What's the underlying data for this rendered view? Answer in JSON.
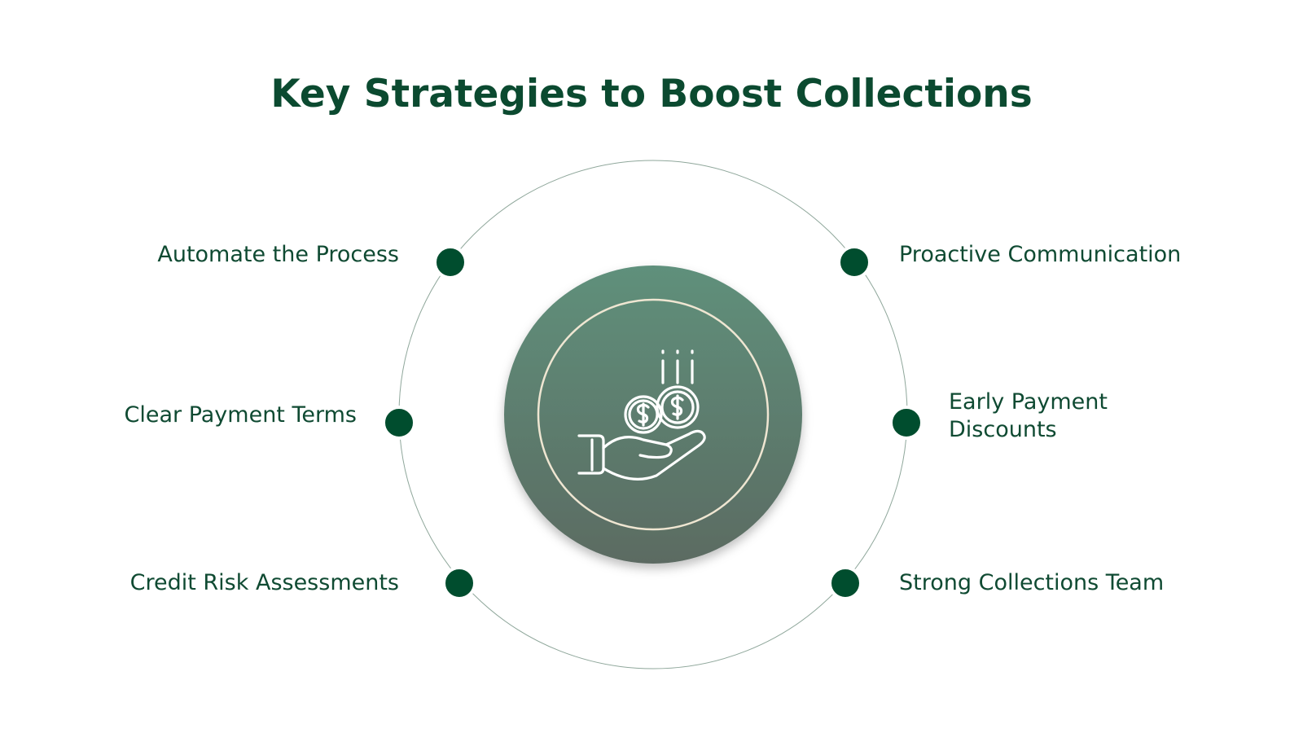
{
  "title": "Key Strategies to Boost Collections",
  "colors": {
    "title": "#0b4a30",
    "node": "#004d2e",
    "ring": "#8fa79b",
    "center_top": "#5f907b",
    "center_bottom": "#5b6b62",
    "inner_ring": "#efe6d2",
    "icon": "#ffffff"
  },
  "center_icon": "hand-holding-coins-icon",
  "strategies": [
    {
      "label": "Automate the Process",
      "side": "left"
    },
    {
      "label": "Clear Payment Terms",
      "side": "left"
    },
    {
      "label": "Credit Risk Assessments",
      "side": "left"
    },
    {
      "label": "Proactive Communication",
      "side": "right"
    },
    {
      "label": "Early Payment Discounts",
      "side": "right"
    },
    {
      "label": "Strong Collections Team",
      "side": "right"
    }
  ]
}
